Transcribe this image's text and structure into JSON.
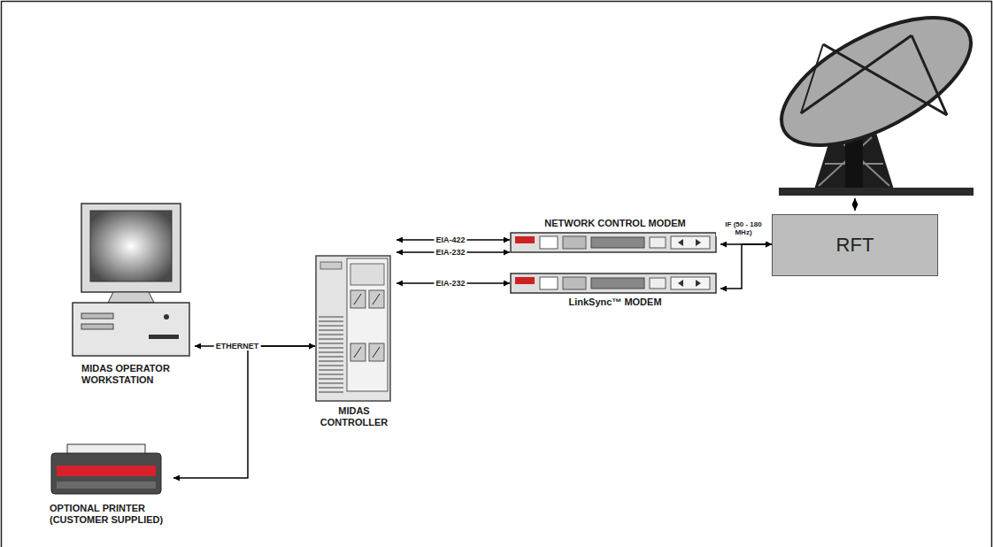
{
  "diagram": {
    "nodes": [
      {
        "text": [
          "MIDAS OPERATOR WORKSTATION"
        ]
      },
      {
        "text": [
          "OPTIONAL PRINTER (CUSTOMER SUPPLIED)"
        ]
      },
      {
        "text": [
          "MIDAS CONTROLLER"
        ]
      },
      {
        "text": [
          "NETWORK CONTROL MODEM"
        ]
      },
      {
        "text": [
          "LinkSync™ MODEM"
        ]
      },
      {
        "text": [
          "RFT"
        ]
      }
    ],
    "edges": [
      {
        "from": 0,
        "to": 2,
        "label": "ETHERNET",
        "arrow": "both"
      },
      {
        "from": 1,
        "to": 2,
        "arrow": "both"
      },
      {
        "from": 2,
        "to": 3,
        "label": "EIA-422",
        "arrow": "both"
      },
      {
        "from": 2,
        "to": 3,
        "label": "EIA-232",
        "arrow": "both"
      },
      {
        "from": 2,
        "to": 4,
        "label": "EIA-232",
        "arrow": "both"
      },
      {
        "from": 3,
        "to": 5,
        "label": "IF (50 - 180 MHz)",
        "arrow": "both"
      },
      {
        "from": 4,
        "to": 5,
        "arrow": "both"
      }
    ]
  }
}
